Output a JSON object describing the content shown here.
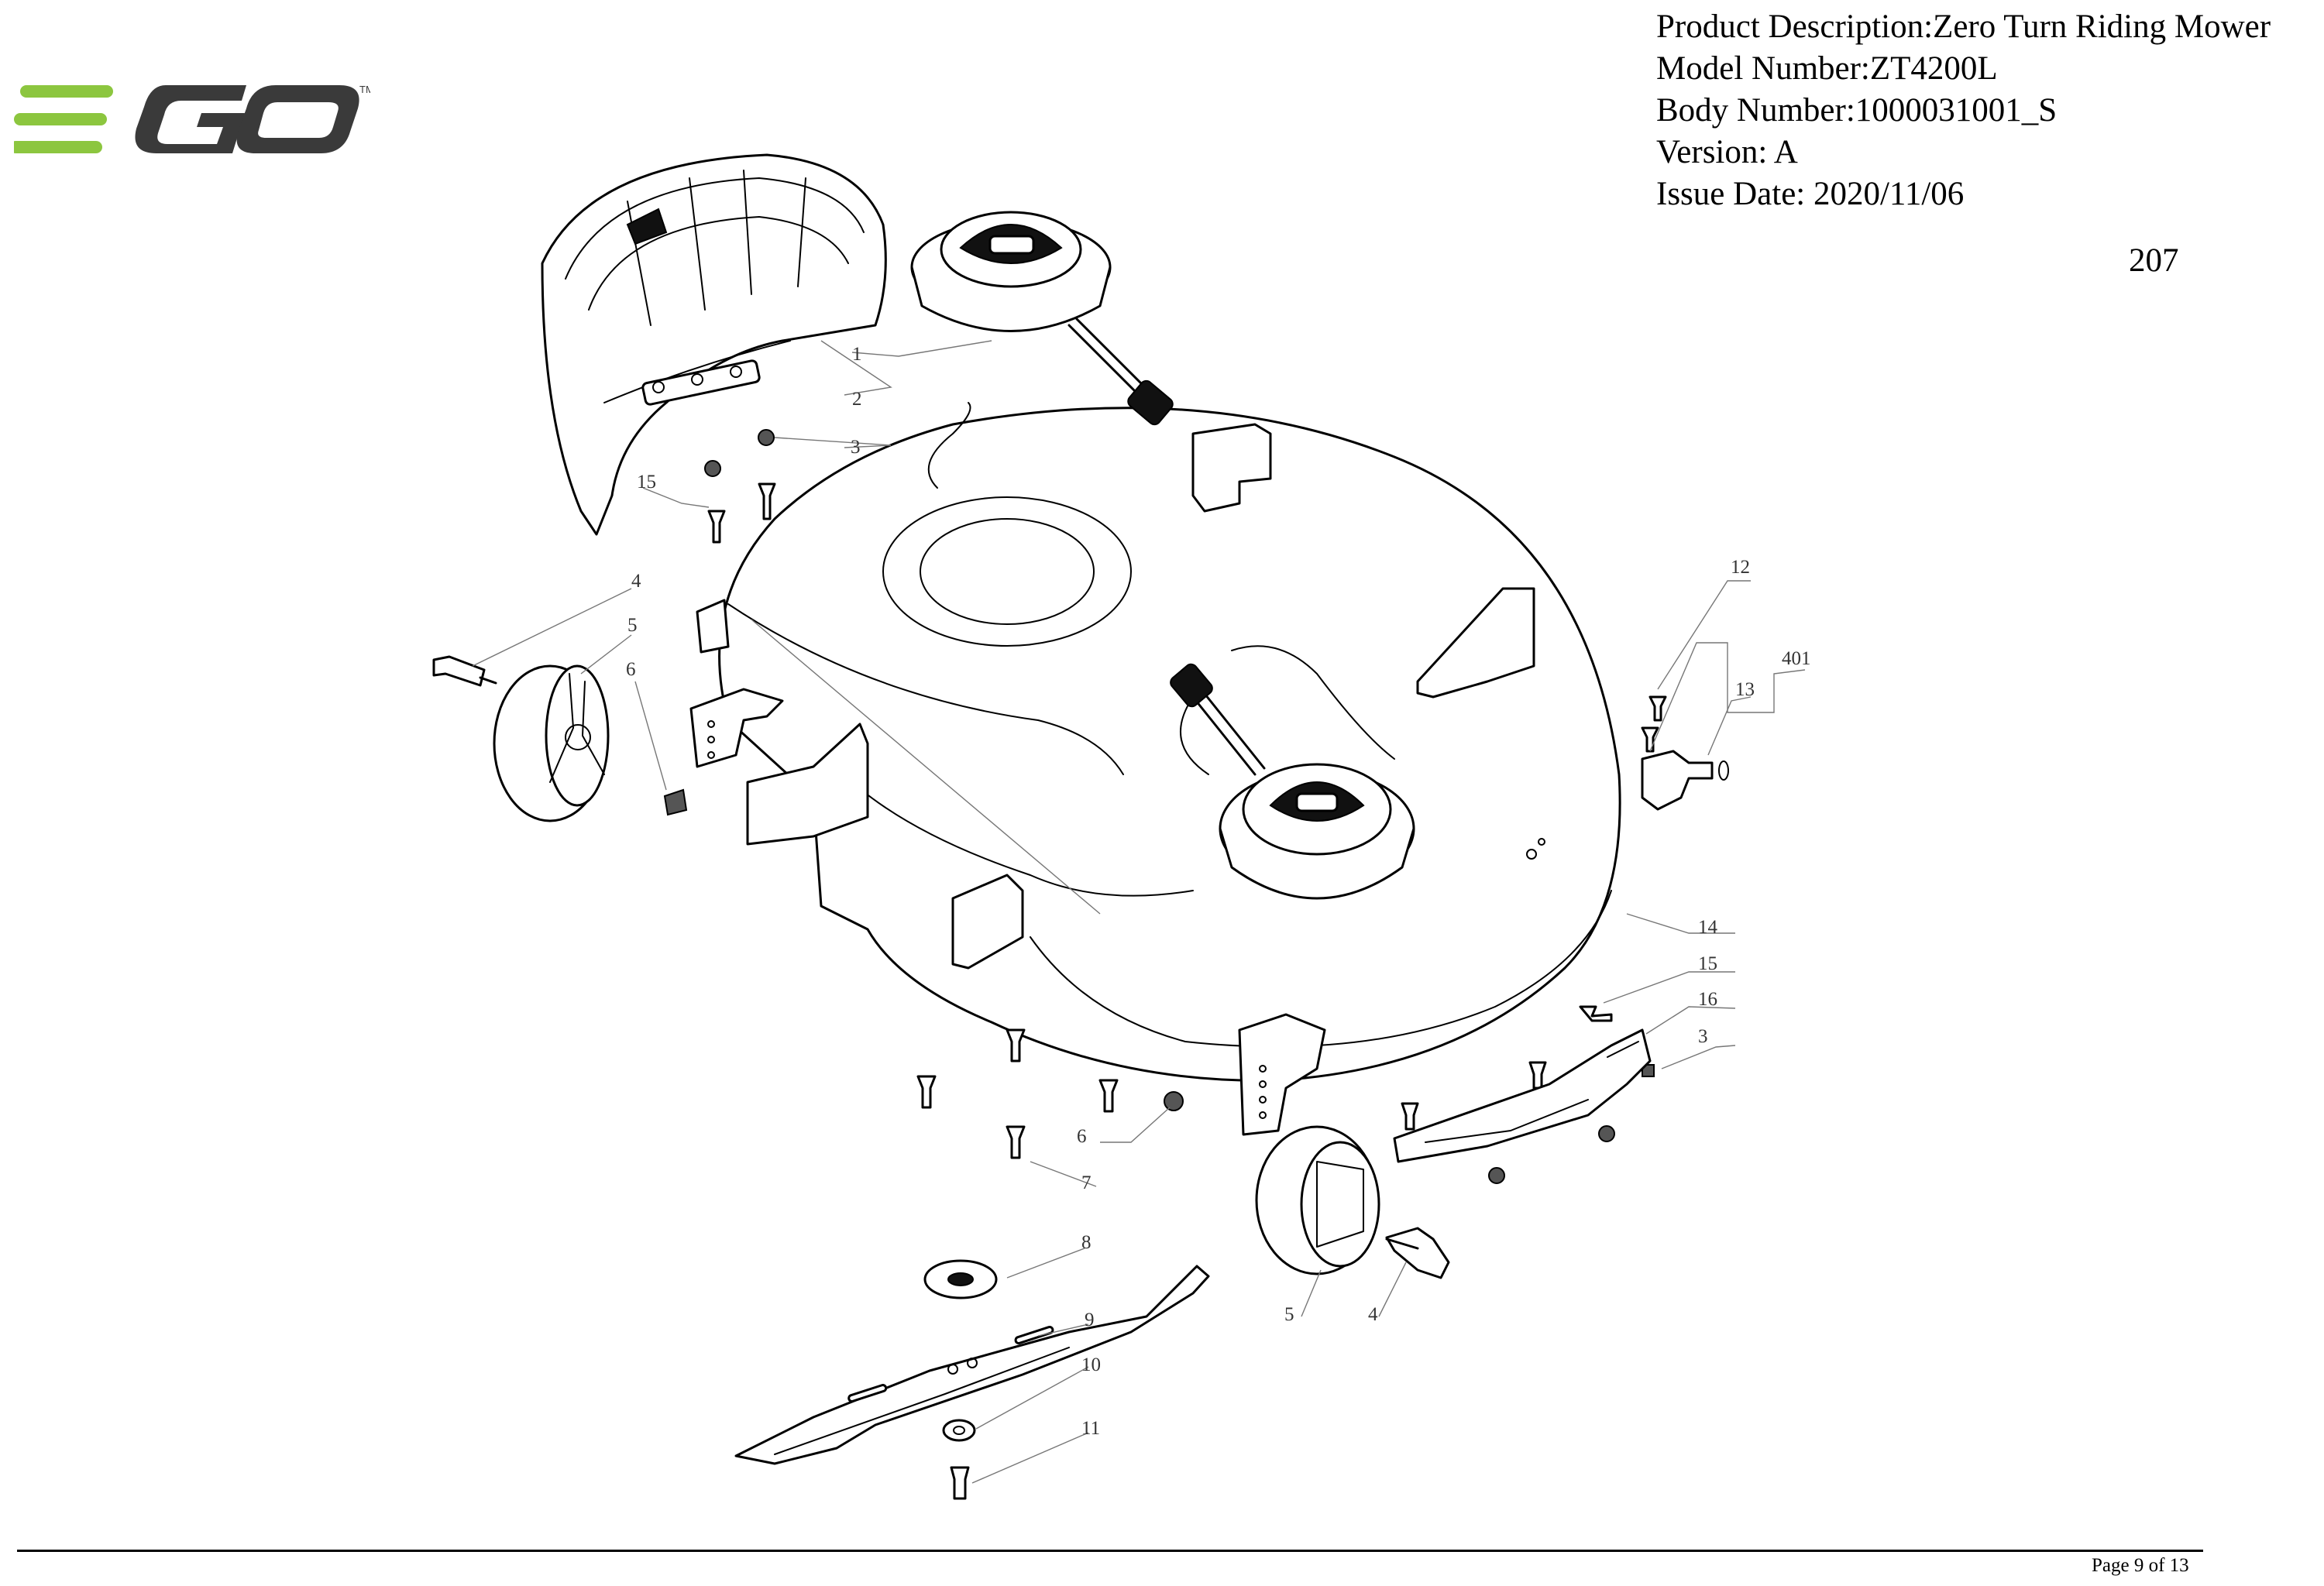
{
  "brand": {
    "logo_text": "EGO",
    "trademark": "TM",
    "logo_colors": {
      "bar": "#8cc63f",
      "text": "#3a3a3a"
    }
  },
  "header": {
    "product_description": "Product Description:Zero Turn Riding Mower",
    "model_number": "Model Number:ZT4200L",
    "body_number": "Body Number:1000031001_S",
    "version": "Version: A",
    "issue_date": "Issue Date: 2020/11/06"
  },
  "sheet_number": "207",
  "callouts": {
    "c1": "1",
    "c2": "2",
    "c3a": "3",
    "c15a": "15",
    "c4a": "4",
    "c5a": "5",
    "c6a": "6",
    "c12": "12",
    "c401": "401",
    "c13": "13",
    "c14": "14",
    "c15b": "15",
    "c16": "16",
    "c3b": "3",
    "c6b": "6",
    "c7": "7",
    "c8": "8",
    "c9": "9",
    "c10": "10",
    "c11": "11",
    "c5b": "5",
    "c4b": "4"
  },
  "footer": {
    "page": "Page 9 of 13"
  }
}
